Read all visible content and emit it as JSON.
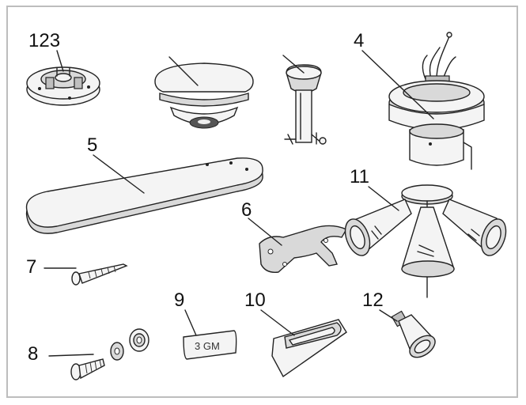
{
  "labels": {
    "mounting_plate": "123",
    "fan_motor": "4",
    "blade": "5",
    "blade_arm": "6",
    "wood_screw": "7",
    "screw_washer": "8",
    "balancing_kit": "9",
    "blade_balance_clip": "10",
    "light_kit": "11",
    "bulb": "12"
  },
  "balancing_kit_text": "3 GM"
}
